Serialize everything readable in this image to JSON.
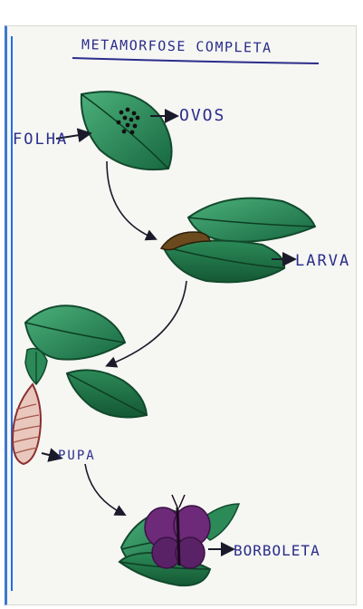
{
  "title": "METAMORFOSE COMPLETA",
  "labels": {
    "ovos": "OVOS",
    "folha": "FOLHA",
    "larva": "LARVA",
    "pupa": "PUPA",
    "borboleta": "BORBOLETA"
  },
  "colors": {
    "ink": "#2a2e8a",
    "leaf_dark": "#1f6d45",
    "leaf_light": "#3fa36f",
    "larva": "#6b4a1e",
    "pupa": "#e9c7bd",
    "butterfly": "#6c2a78",
    "margin_line": "#1d6ee8"
  }
}
